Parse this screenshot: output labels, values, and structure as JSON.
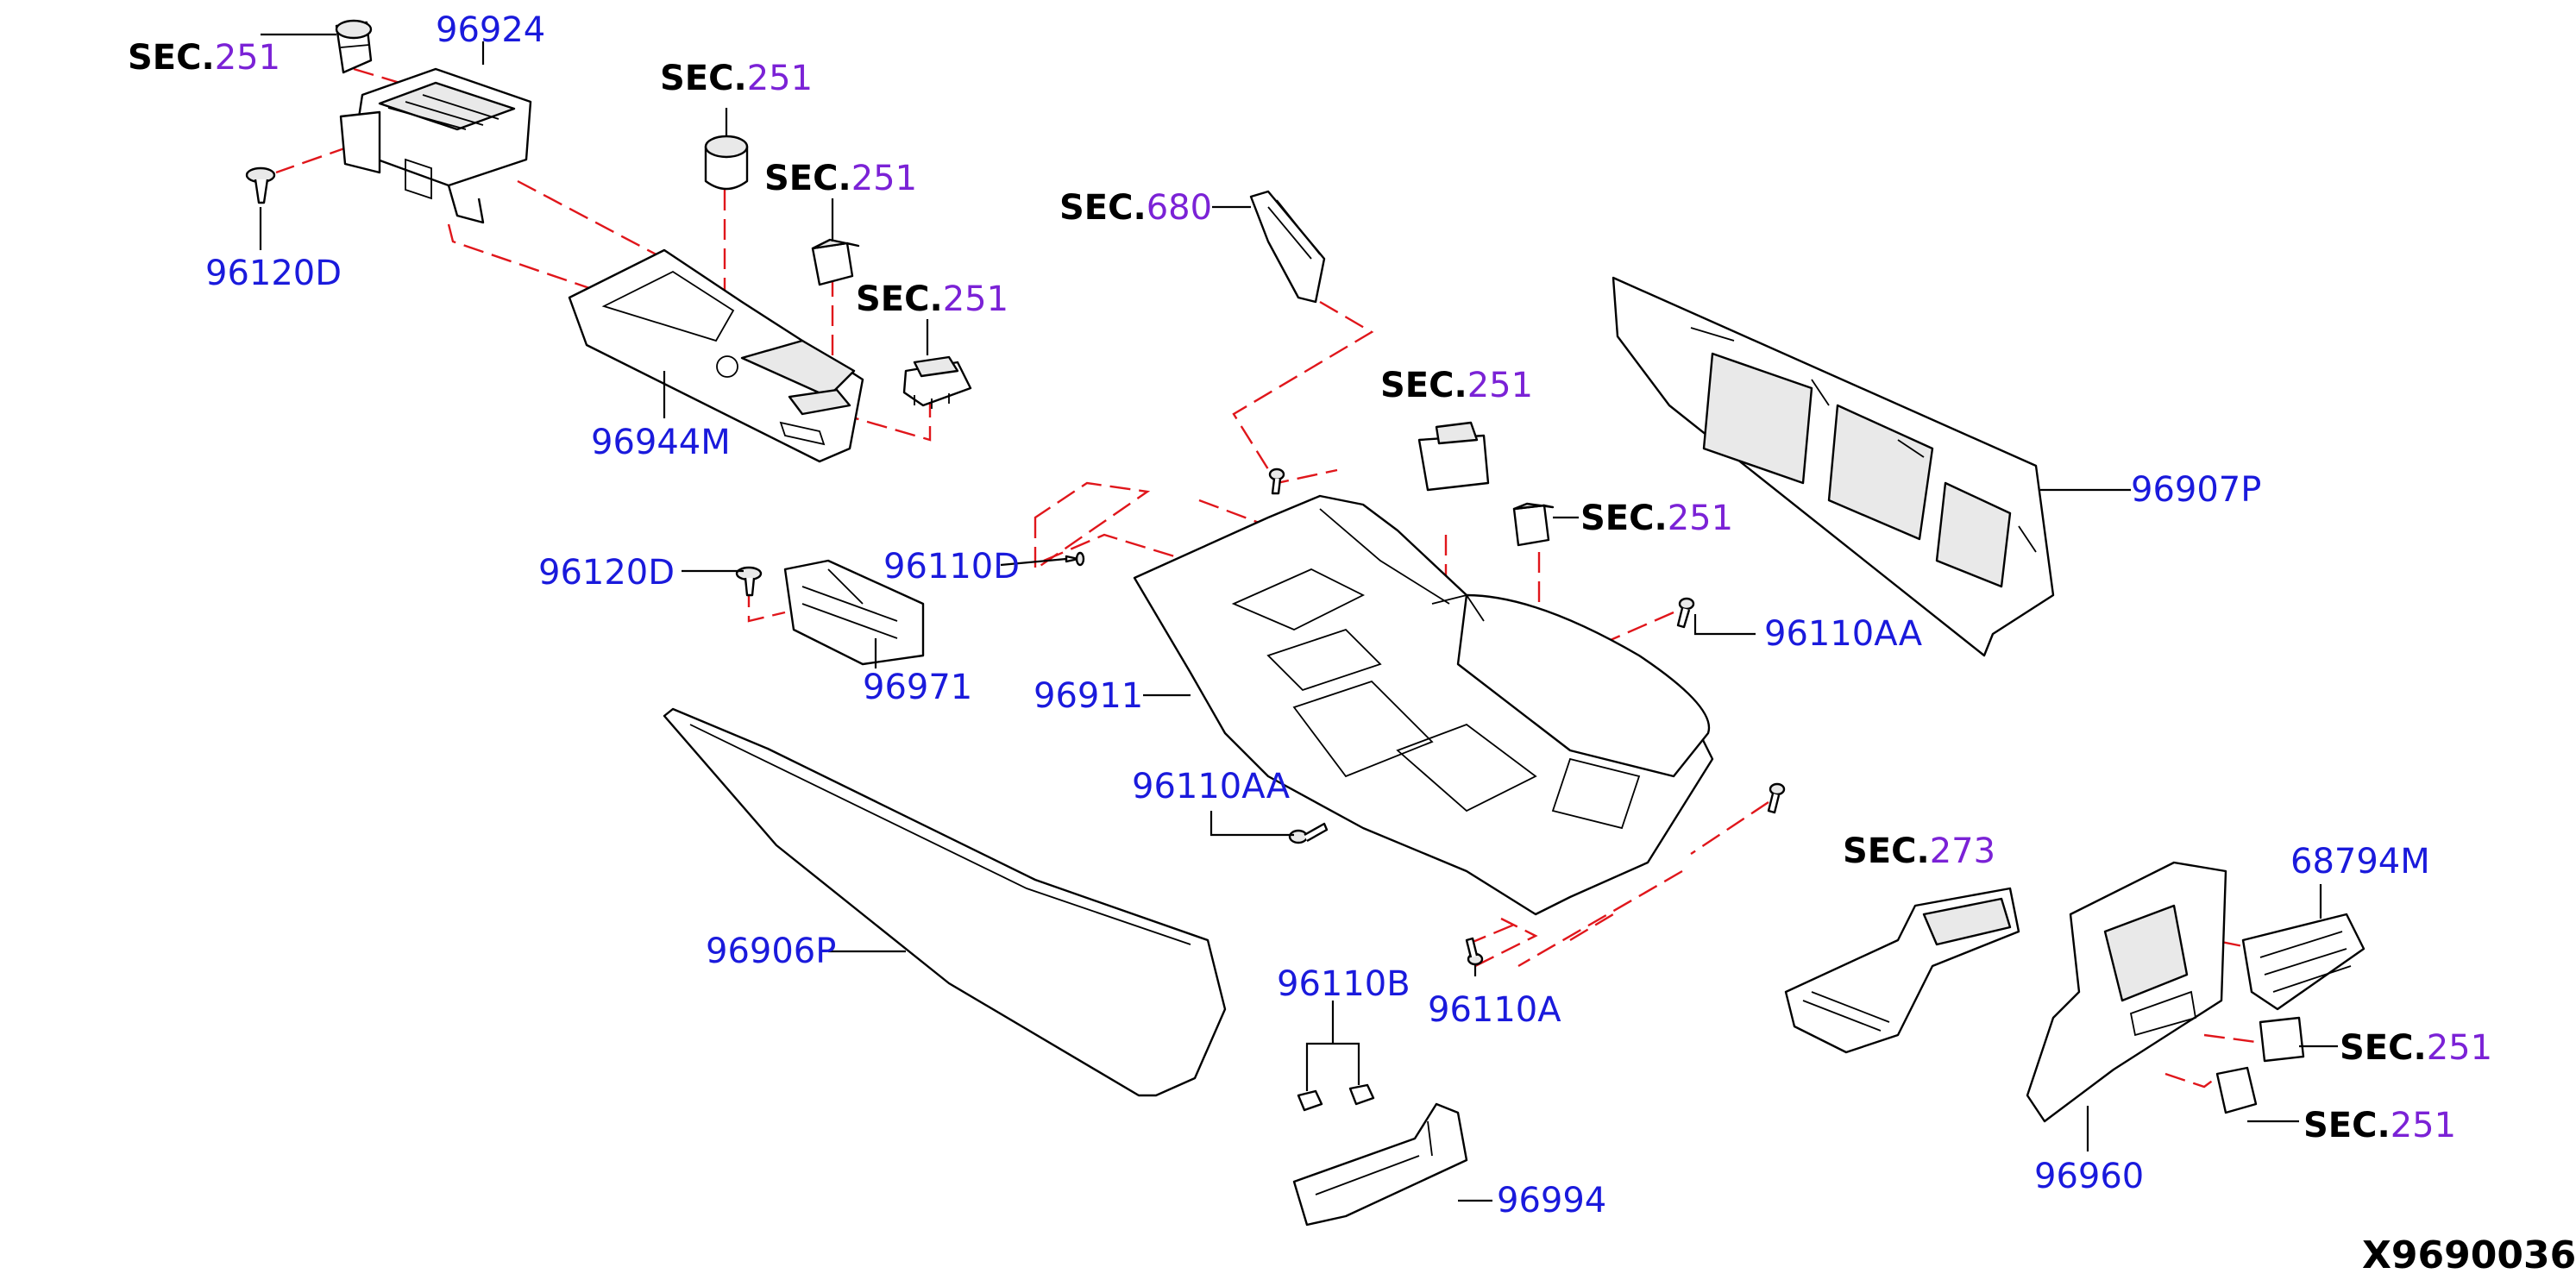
{
  "diagram_code": "X9690036",
  "sec_prefix": "SEC.",
  "callouts": {
    "c96924": "96924",
    "c96120D_top": "96120D",
    "c96944M": "96944M",
    "c96120D_mid": "96120D",
    "c96110D": "96110D",
    "c96971": "96971",
    "c96911": "96911",
    "c96110AA_left": "96110AA",
    "c96110AA_right": "96110AA",
    "c96906P": "96906P",
    "c96110B": "96110B",
    "c96110A": "96110A",
    "c96994": "96994",
    "c96907P": "96907P",
    "c68794M": "68794M",
    "c96960": "96960"
  },
  "sections": {
    "s1": "251",
    "s2": "251",
    "s3": "251",
    "s4": "251",
    "s5": "680",
    "s6": "251",
    "s7": "251",
    "s8": "273",
    "s9": "251",
    "s10": "251"
  }
}
